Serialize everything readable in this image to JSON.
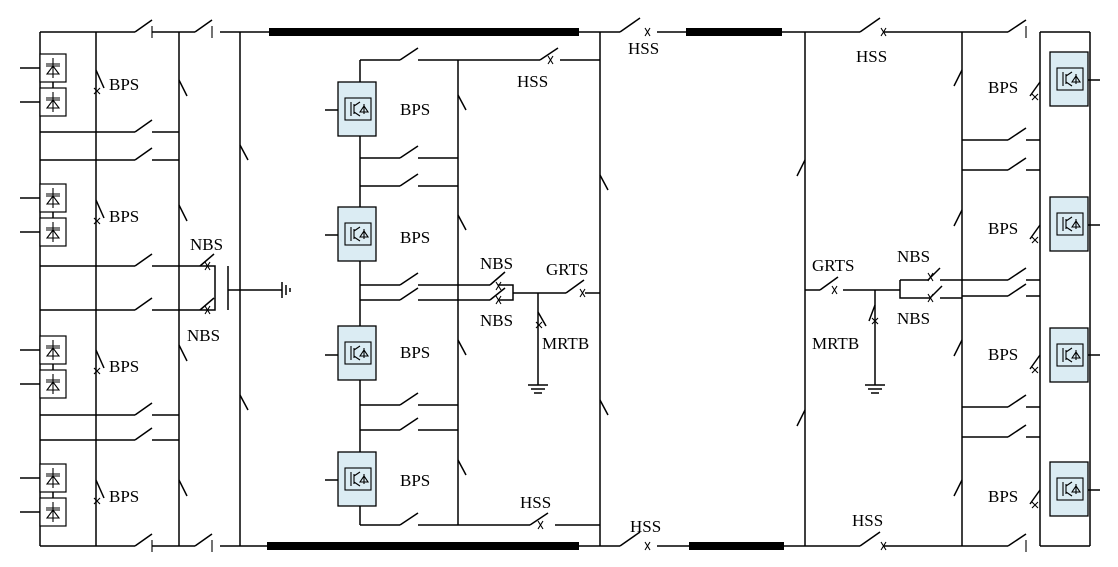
{
  "labels": {
    "bps": "BPS",
    "hss": "HSS",
    "nbs": "NBS",
    "grts": "GRTS",
    "mrtb": "MRTB"
  },
  "colors": {
    "converter_fill": "#dbecf3",
    "line_stroke": "#000000",
    "background": "#ffffff"
  },
  "icons": {
    "diode": "diode-valve-icon",
    "igbt": "igbt-valve-icon",
    "switch": "breaker-switch-icon",
    "ground": "ground-icon"
  }
}
